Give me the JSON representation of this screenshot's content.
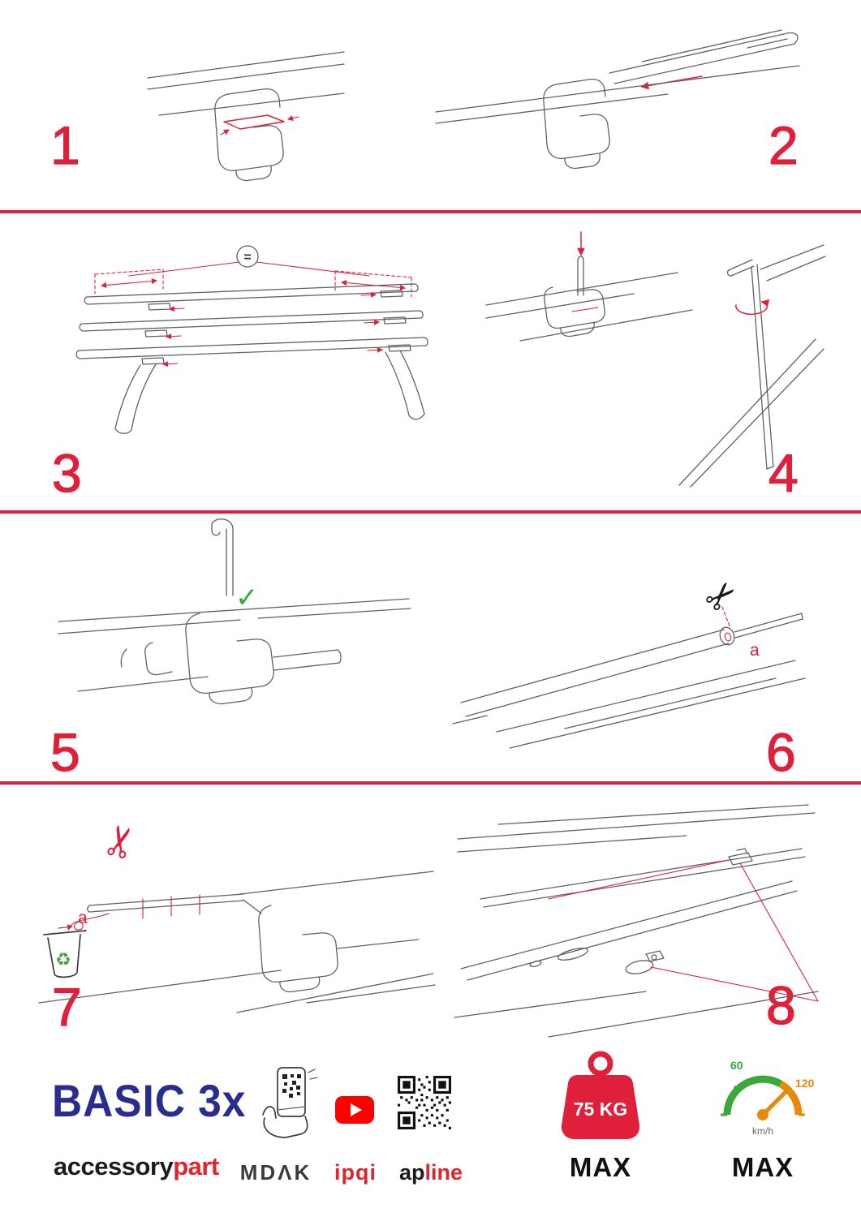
{
  "page": {
    "colors": {
      "red": "#e0203a",
      "blue": "#2a2c8e",
      "green": "#3aa83a",
      "orange": "#e8890c",
      "youtube": "#ff0000",
      "logored": "#e0242c"
    }
  },
  "steps": [
    {
      "num": "1"
    },
    {
      "num": "2"
    },
    {
      "num": "3"
    },
    {
      "num": "4"
    },
    {
      "num": "5"
    },
    {
      "num": "6"
    },
    {
      "num": "7"
    },
    {
      "num": "8"
    }
  ],
  "annotations": {
    "equal_spacing": "=",
    "cut_label_step6": "a",
    "cut_label_step7": "a"
  },
  "icons": {
    "scissors": "✂",
    "check": "✓",
    "recycle": "♻"
  },
  "footer": {
    "product_name": "BASIC 3x",
    "brand_black": "accessory",
    "brand_red": "part",
    "logo_mdak": "MDΛK",
    "logo_ipqi": "ipqi",
    "logo_ap_black": "ap",
    "logo_ap_red": "line",
    "weight_value": "75 KG",
    "weight_max_label": "MAX",
    "speed_tick_low": "60",
    "speed_tick_high": "120",
    "speed_unit": "km/h",
    "speed_max_label": "MAX"
  }
}
